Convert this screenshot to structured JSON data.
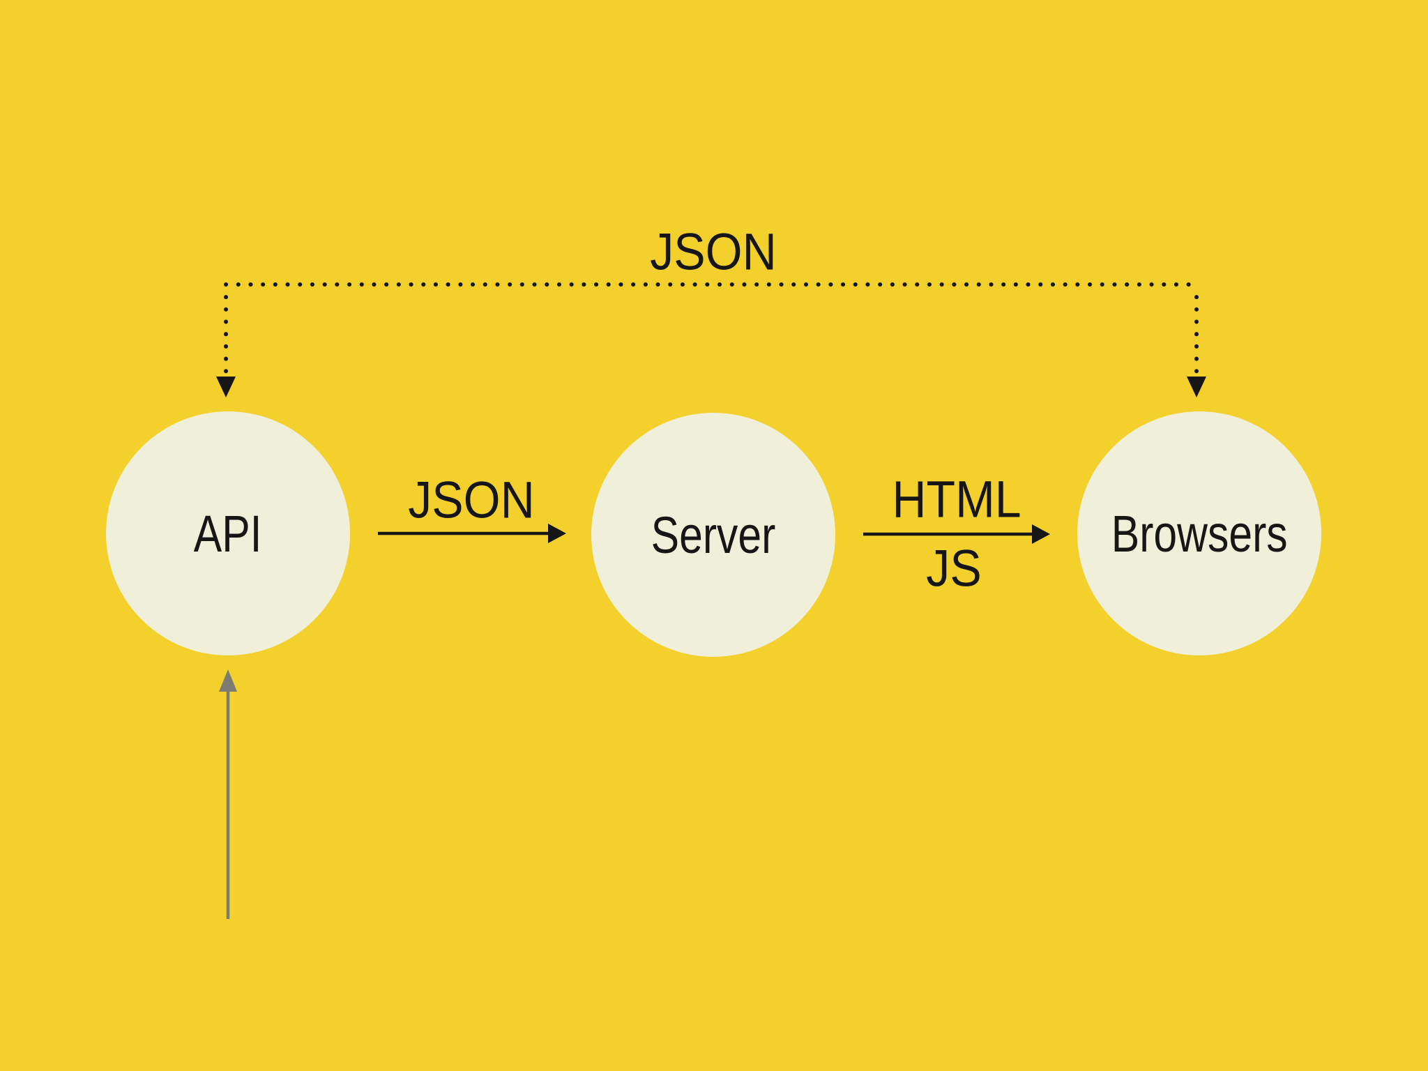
{
  "diagram": {
    "nodes": [
      {
        "id": "api",
        "label": "API"
      },
      {
        "id": "server",
        "label": "Server"
      },
      {
        "id": "browsers",
        "label": "Browsers"
      }
    ],
    "edges": {
      "roundtrip": {
        "label": "JSON",
        "style": "dotted",
        "ends": "arrow-down-both"
      },
      "api_to_server": {
        "label": "JSON",
        "style": "solid",
        "direction": "right"
      },
      "server_to_browsers": {
        "label_top": "HTML",
        "label_bottom": "JS",
        "style": "solid",
        "direction": "right"
      },
      "external_input": {
        "label": "",
        "style": "solid-gray",
        "direction": "up-into-api"
      }
    }
  },
  "colors": {
    "background": "#f3d02b",
    "node_fill": "#f0efd9",
    "ink": "#161616",
    "gray_arrow": "#7d7c74"
  }
}
